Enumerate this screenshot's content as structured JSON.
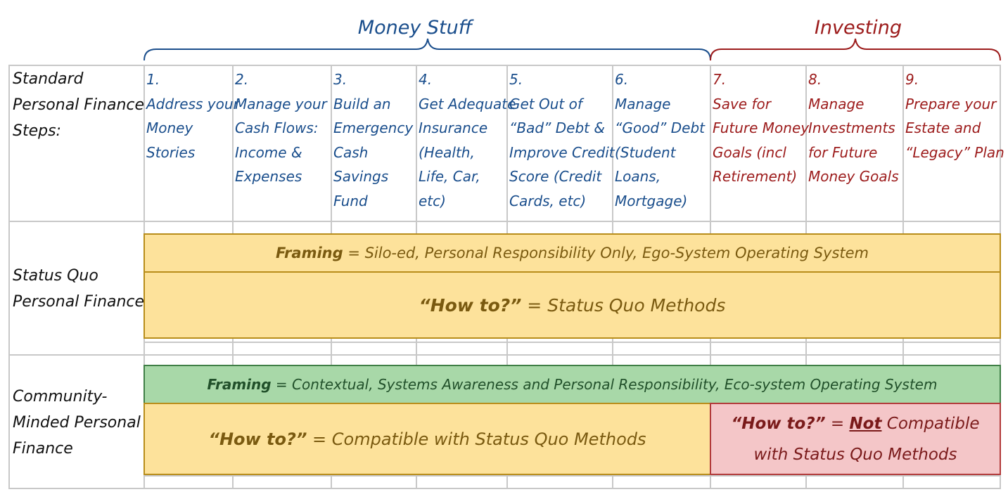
{
  "header": {
    "money_label": "Money Stuff",
    "investing_label": "Investing"
  },
  "rows": {
    "standard": [
      "Standard",
      "Personal Finance",
      "Steps:"
    ],
    "status_quo": [
      "Status Quo",
      "Personal Finance"
    ],
    "community": [
      "Community-",
      "Minded Personal",
      "Finance"
    ]
  },
  "steps": [
    {
      "num": "1.",
      "lines": [
        "Address your",
        "Money",
        "Stories"
      ]
    },
    {
      "num": "2.",
      "lines": [
        "Manage your",
        "Cash Flows:",
        "Income &",
        "Expenses"
      ]
    },
    {
      "num": "3.",
      "lines": [
        "Build an",
        "Emergency",
        "Cash",
        "Savings",
        "Fund"
      ]
    },
    {
      "num": "4.",
      "lines": [
        "Get Adequate",
        "Insurance",
        "(Health,",
        "Life, Car,",
        "etc)"
      ]
    },
    {
      "num": "5.",
      "lines": [
        "Get Out of",
        "“Bad” Debt &",
        "Improve Credit",
        "Score (Credit",
        "Cards, etc)"
      ]
    },
    {
      "num": "6.",
      "lines": [
        "Manage",
        "“Good” Debt",
        "(Student",
        "Loans,",
        "Mortgage)"
      ]
    },
    {
      "num": "7.",
      "lines": [
        "Save for",
        "Future Money",
        "Goals (incl",
        "Retirement)"
      ]
    },
    {
      "num": "8.",
      "lines": [
        "Manage",
        "Investments",
        "for Future",
        "Money Goals"
      ]
    },
    {
      "num": "9.",
      "lines": [
        "Prepare your",
        "Estate and",
        "“Legacy” Plan"
      ]
    }
  ],
  "status_quo": {
    "framing_label": "Framing",
    "framing_text": " = Silo-ed, Personal Responsibility Only, Ego-System Operating System",
    "howto_label": "“How to?”",
    "howto_text": " = Status Quo Methods"
  },
  "community": {
    "framing_label": "Framing",
    "framing_text": " = Contextual, Systems Awareness and Personal Responsibility, Eco-system Operating System",
    "howto_label": "“How to?”",
    "howto_text": " = Compatible with Status Quo Methods",
    "howto_not_label": "“How to?”",
    "howto_not_eq": " = ",
    "howto_not_word": "Not",
    "howto_not_text1": " Compatible",
    "howto_not_text2": "with Status Quo Methods"
  },
  "colors": {
    "blue": "#1a4e8c",
    "red": "#9c1b1b",
    "yellow": "#fde29b",
    "green": "#a8d8a8",
    "pink": "#f4c6c8"
  }
}
